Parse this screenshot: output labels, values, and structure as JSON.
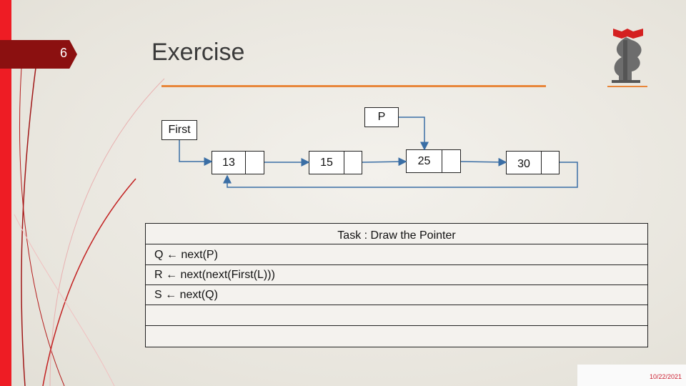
{
  "slide": {
    "number": "6",
    "title": "Exercise",
    "date": "10/22/2021"
  },
  "colors": {
    "accent_red": "#ee1c24",
    "dark_red": "#8b1010",
    "rule_orange": "#e8863a",
    "arrow_blue": "#3a6ea5"
  },
  "diagram": {
    "pointer_p": "P",
    "pointer_first": "First",
    "nodes": [
      {
        "value": "13"
      },
      {
        "value": "15"
      },
      {
        "value": "25"
      },
      {
        "value": "30"
      }
    ]
  },
  "task": {
    "header": "Task : Draw the Pointer",
    "rows": [
      "Q ← next(P)",
      "R ← next(next(First(L)))",
      "S ← next(Q)",
      "",
      ""
    ]
  },
  "logo": {
    "icon": "university-crest-icon"
  }
}
